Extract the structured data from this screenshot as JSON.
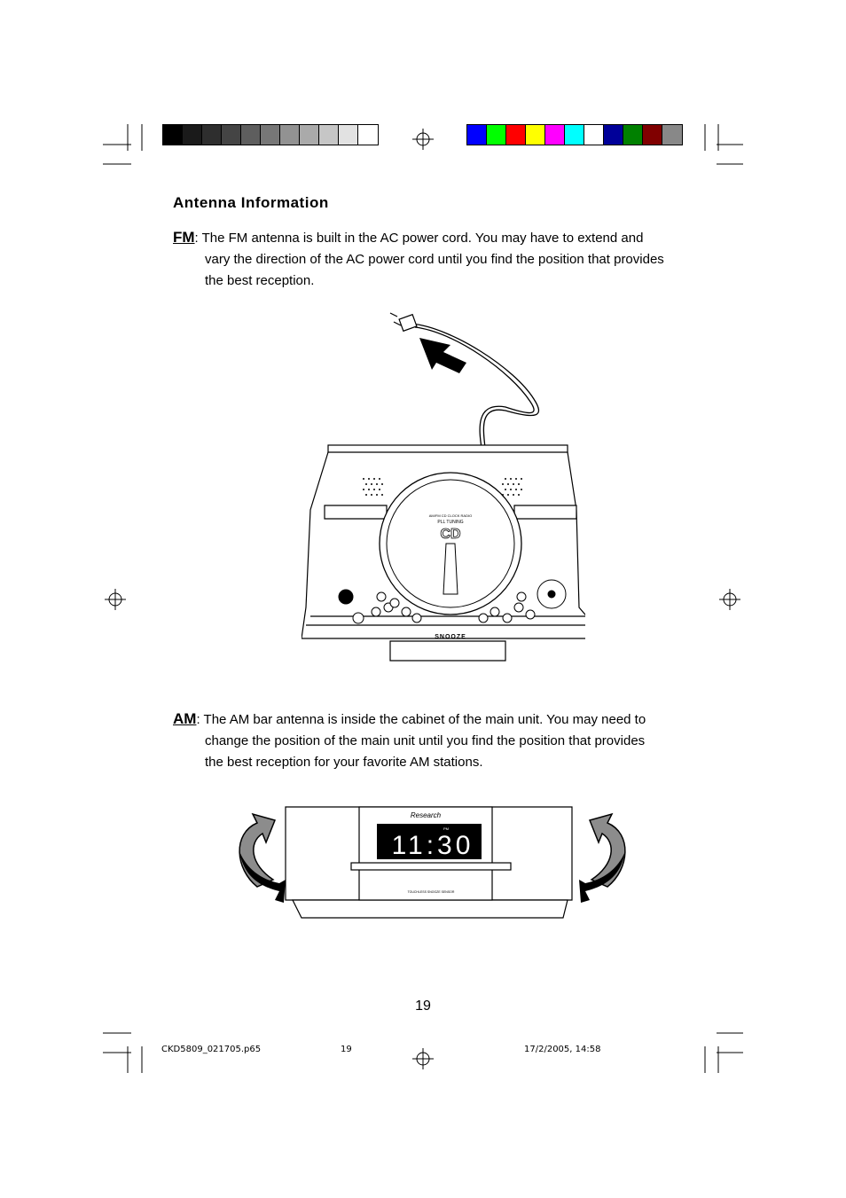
{
  "heading": "Antenna Information",
  "fm": {
    "tag": "FM",
    "colon": ":",
    "line1": "The FM antenna is built in the AC power cord. You may have to extend and",
    "line2": "vary the direction of the AC power cord until you find the position that provides",
    "line3": "the best reception."
  },
  "am": {
    "tag": "AM",
    "colon": ":",
    "line1": "The AM bar antenna is inside the cabinet of the main unit. You may need to",
    "line2": "change the position of the main unit until you find the position that provides",
    "line3": "the best reception for your favorite AM stations."
  },
  "cd_unit": {
    "model_line": "AM/FM CD CLOCK RADIO",
    "pll": "PLL TUNING",
    "cd_logo": "CD",
    "snooze": "SNOOZE"
  },
  "clock_unit": {
    "brand": "Research",
    "time": "11:30",
    "pm": "PM",
    "bar_label": "TOUCHLESS SNOOZE SENSOR"
  },
  "page_number": "19",
  "footer": {
    "file": "CKD5809_021705.p65",
    "page": "19",
    "timestamp": "17/2/2005, 14:58"
  },
  "colors": {
    "gray_strip": [
      "#000000",
      "#1a1a1a",
      "#2e2e2e",
      "#444444",
      "#5e5e5e",
      "#777777",
      "#929292",
      "#aaaaaa",
      "#c6c6c6",
      "#e2e2e2",
      "#ffffff"
    ],
    "color_strip": [
      "#0000ff",
      "#00ff00",
      "#ff0000",
      "#ffff00",
      "#ff00ff",
      "#00ffff",
      "#ffffff",
      "#000099",
      "#008000",
      "#800000",
      "#888888"
    ],
    "arrow_gray": "#8c8c8c"
  }
}
